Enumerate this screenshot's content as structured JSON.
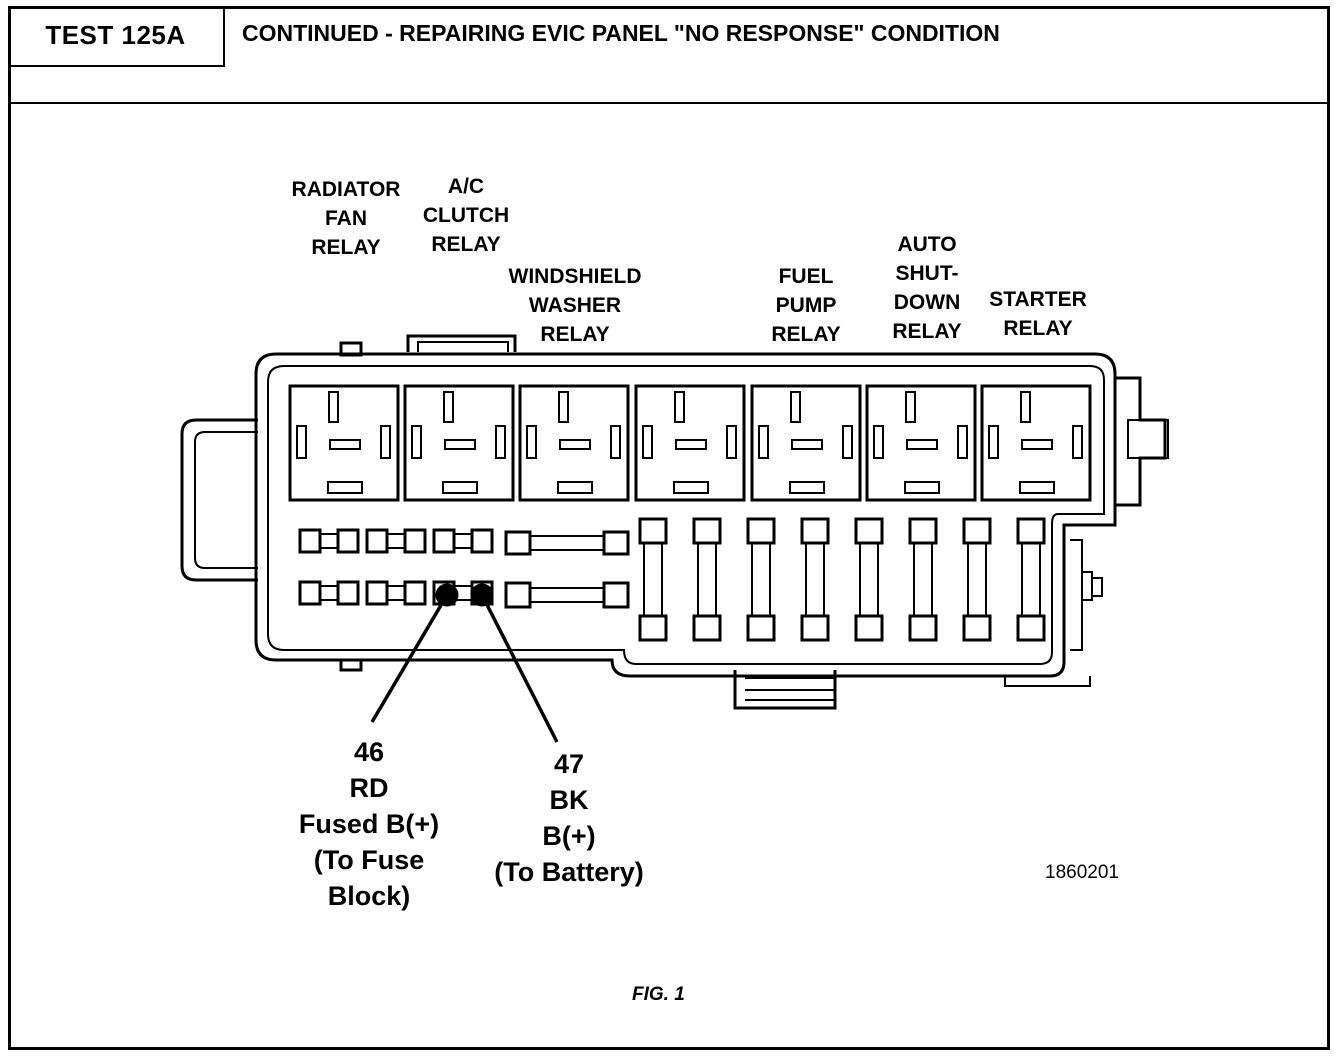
{
  "header": {
    "test_label": "TEST 125A",
    "title": "CONTINUED - REPAIRING EVIC PANEL \"NO RESPONSE\" CONDITION"
  },
  "relays": [
    {
      "label": "RADIATOR\nFAN\nRELAY"
    },
    {
      "label": "A/C\nCLUTCH\nRELAY"
    },
    {
      "label": "WINDSHIELD\nWASHER\nRELAY"
    },
    {
      "label": "FUEL\nPUMP\nRELAY"
    },
    {
      "label": "AUTO\nSHUT-\nDOWN\nRELAY"
    },
    {
      "label": "STARTER\nRELAY"
    }
  ],
  "callouts": [
    {
      "text": "46\nRD\nFused B(+)\n(To Fuse\nBlock)"
    },
    {
      "text": "47\nBK\nB(+)\n(To Battery)"
    }
  ],
  "figure_number": "1860201",
  "caption": "FIG. 1"
}
